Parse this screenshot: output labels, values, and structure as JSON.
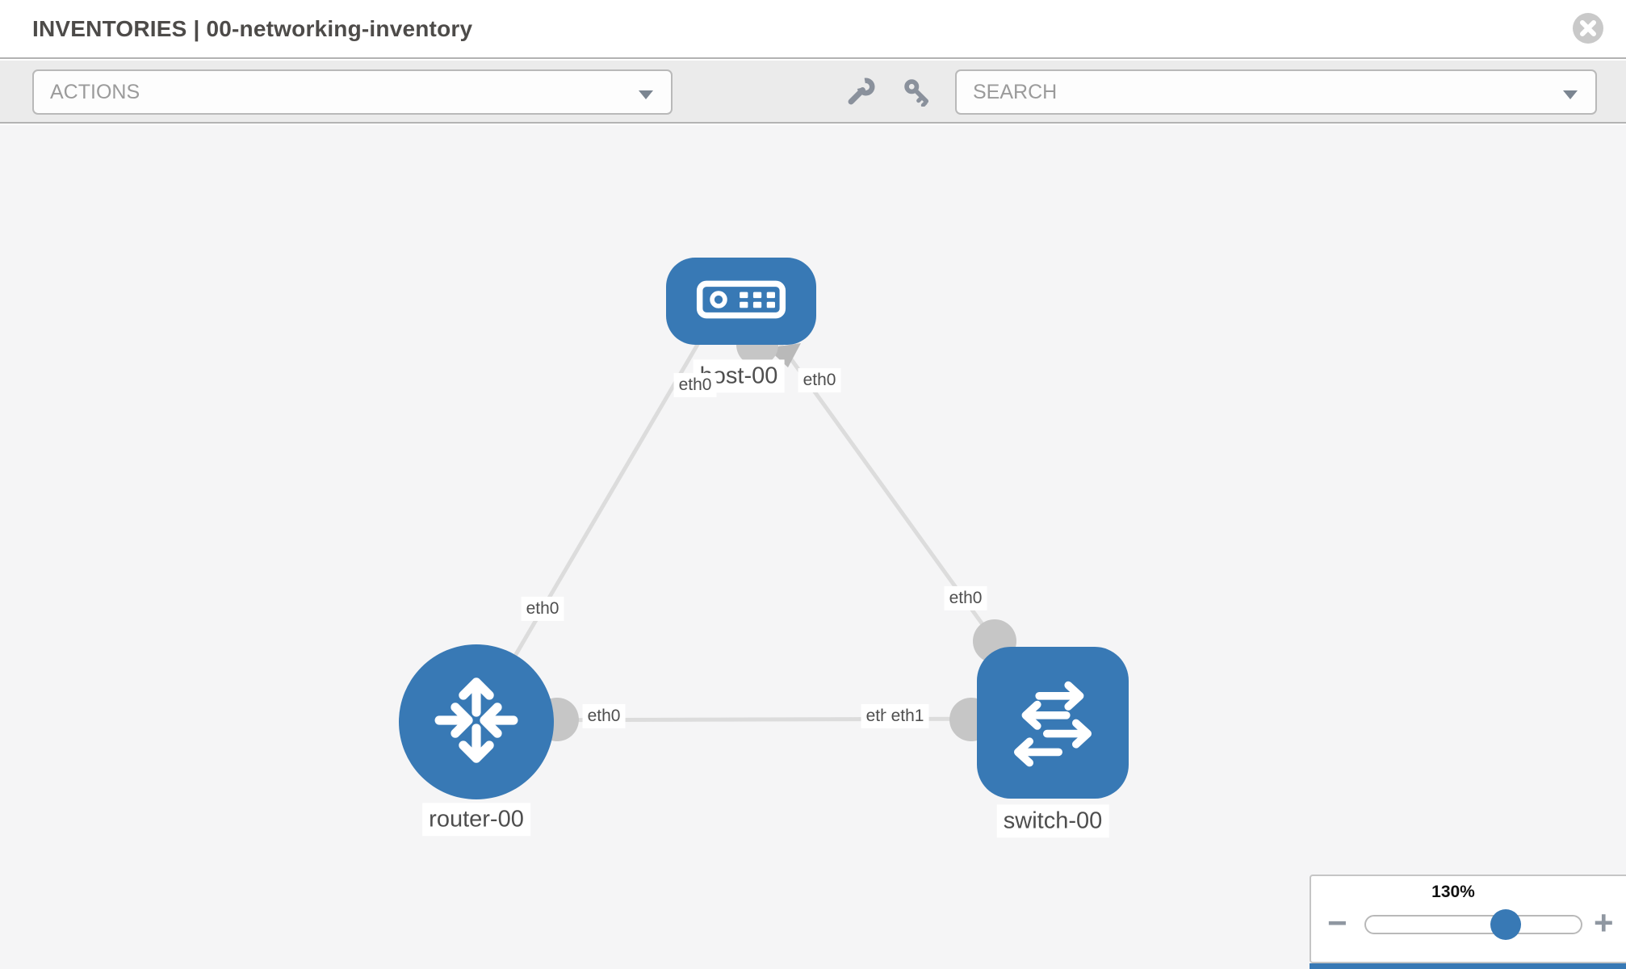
{
  "header": {
    "title": "INVENTORIES | 00-networking-inventory"
  },
  "toolbar": {
    "actions_label": "ACTIONS",
    "search_label": "SEARCH"
  },
  "topology": {
    "nodes": [
      {
        "type": "host",
        "label": "host-00"
      },
      {
        "type": "router",
        "label": "router-00"
      },
      {
        "type": "switch",
        "label": "switch-00"
      }
    ],
    "interfaces": {
      "host_left": "eth0",
      "host_right": "eth0",
      "link1_router_end": "eth0",
      "link2_switch_end": "eth0",
      "link3_router_end": "eth0",
      "link3_switch_end_back": "eth0",
      "link3_switch_end": "eth1"
    }
  },
  "zoom_control": {
    "level": "130%",
    "zoom_out": "−",
    "zoom_in": "+"
  },
  "icons": {
    "close": "x-in-circle",
    "wrench": "wrench",
    "key": "key",
    "actions_chevron": "chevron-down",
    "search_chevron": "chevron-down"
  },
  "colors": {
    "node_blue": "#3879b5",
    "toolbar_bg": "#ebebeb",
    "canvas_bg": "#f5f5f6",
    "link_gray": "#dcdcdc",
    "port_gray": "#c6c6c6"
  }
}
